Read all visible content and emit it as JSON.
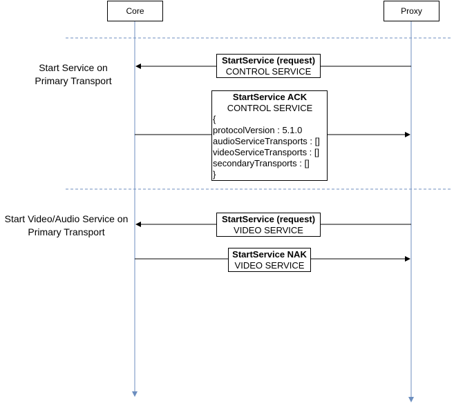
{
  "participants": {
    "core": "Core",
    "proxy": "Proxy"
  },
  "notes": {
    "section1": [
      "Start Service on",
      "Primary Transport"
    ],
    "section2": [
      "Start Video/Audio Service on",
      "Primary Transport"
    ]
  },
  "messages": {
    "start_control": {
      "title": "StartService (request)",
      "service": "CONTROL SERVICE"
    },
    "ack_control": {
      "title": "StartService ACK",
      "service": "CONTROL SERVICE",
      "body": [
        "{",
        "protocolVersion : 5.1.0",
        "audioServiceTransports : []",
        "videoServiceTransports : []",
        "secondaryTransports : []",
        "}"
      ]
    },
    "start_video": {
      "title": "StartService (request)",
      "service": "VIDEO SERVICE"
    },
    "nak_video": {
      "title": "StartService NAK",
      "service": "VIDEO SERVICE"
    }
  },
  "colors": {
    "lifeline": "#6c8ebf",
    "separator": "#6c8ebf",
    "arrow": "#000000"
  }
}
